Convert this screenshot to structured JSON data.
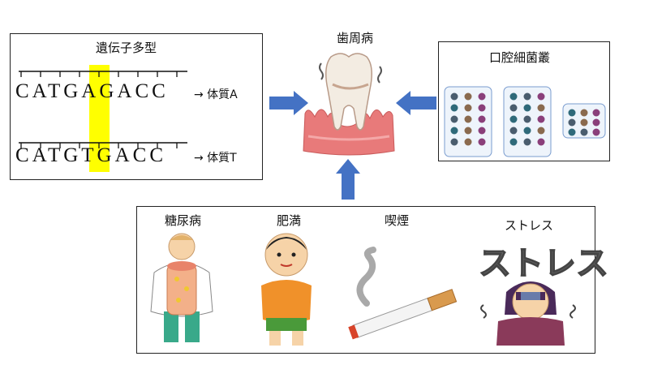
{
  "genetic": {
    "title": "遺伝子多型",
    "seq1": "CATGAGACC",
    "seq2": "CATGTGACC",
    "result1": "→ 体質A",
    "result2": "→ 体質T"
  },
  "center": {
    "title": "歯周病"
  },
  "bacteria": {
    "title": "口腔細菌叢"
  },
  "factors": {
    "diabetes": "糖尿病",
    "obesity": "肥満",
    "smoking": "喫煙",
    "stress": "ストレス"
  },
  "colors": {
    "highlight": "#ffff00",
    "arrow": "#4472c4",
    "gum": "#e87a7a",
    "tooth": "#f3ece2"
  }
}
